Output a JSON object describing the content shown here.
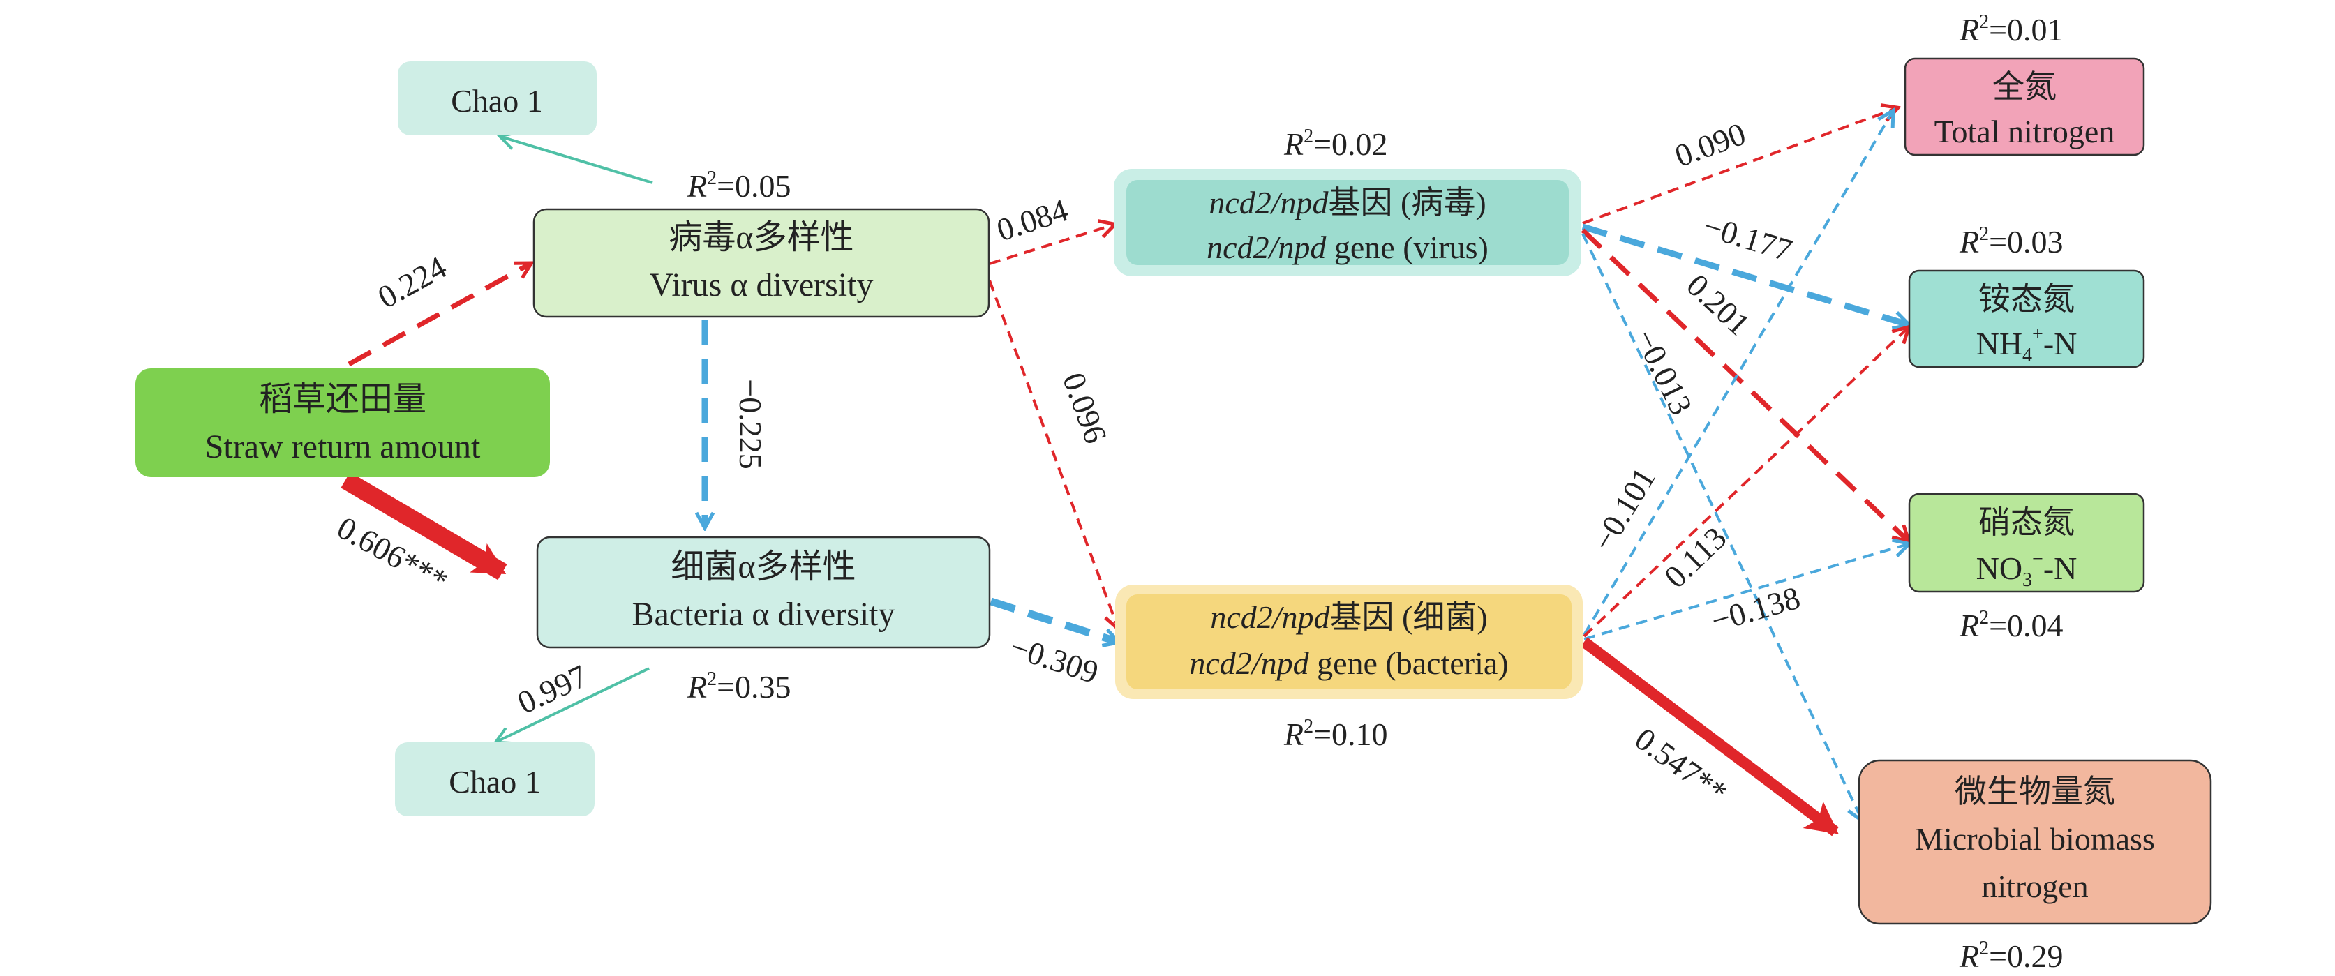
{
  "colors": {
    "red": "#e0262a",
    "blue": "#4aa8dc",
    "teal": "#4fc0a6",
    "green": "#7ac943"
  },
  "nodes": {
    "straw": {
      "line1": "稻草还田量",
      "line2": "Straw return amount",
      "fill": "#7ed04f",
      "stroke": "#7ed04f"
    },
    "virus_alpha": {
      "line1": "病毒α多样性",
      "line2": "Virus α diversity",
      "r2_prefix": "R",
      "r2_sup": "2",
      "r2_value": "=0.05",
      "fill": "#d9f0cb",
      "stroke": "#333333"
    },
    "bact_alpha": {
      "line1": "细菌α多样性",
      "line2": "Bacteria α diversity",
      "r2_prefix": "R",
      "r2_sup": "2",
      "r2_value": "=0.35",
      "fill": "#cfeee6",
      "stroke": "#333333"
    },
    "chao_top": {
      "label": "Chao 1",
      "fill": "#cfeee6"
    },
    "chao_bottom": {
      "label": "Chao 1",
      "fill": "#cfeee6"
    },
    "ncd_virus": {
      "gene_it": "ncd2/npd",
      "line1_cn": "基因 (病毒)",
      "line2_en": " gene (virus)",
      "r2_prefix": "R",
      "r2_sup": "2",
      "r2_value": "=0.02",
      "fill": "#9ddccf",
      "halo": "#c9eee6"
    },
    "ncd_bact": {
      "gene_it": "ncd2/npd",
      "line1_cn": "基因 (细菌)",
      "line2_en": " gene (bacteria)",
      "r2_prefix": "R",
      "r2_sup": "2",
      "r2_value": "=0.10",
      "fill": "#f5d77d",
      "halo": "#fae8b4"
    },
    "tn": {
      "line1": "全氮",
      "line2": "Total nitrogen",
      "r2_prefix": "R",
      "r2_sup": "2",
      "r2_value": "=0.01",
      "fill": "#f2a3b8"
    },
    "nh4": {
      "line1": "铵态氮",
      "line2_pre": "NH",
      "line2_sub": "4",
      "line2_sup": "+",
      "line2_post": "-N",
      "r2_prefix": "R",
      "r2_sup": "2",
      "r2_value": "=0.03",
      "fill": "#9fe0d3"
    },
    "no3": {
      "line1": "硝态氮",
      "line2_pre": "NO",
      "line2_sub": "3",
      "line2_sup": "−",
      "line2_post": "-N",
      "r2_prefix": "R",
      "r2_sup": "2",
      "r2_value": "=0.04",
      "fill": "#b8e79a"
    },
    "mbn": {
      "line1": "微生物量氮",
      "line2": "Microbial biomass",
      "line3": "nitrogen",
      "r2_prefix": "R",
      "r2_sup": "2",
      "r2_value": "=0.29",
      "fill": "#f2b79e"
    }
  },
  "edges": [
    {
      "id": "straw-virus",
      "coef": "0.224",
      "sign": "positive",
      "significant": false
    },
    {
      "id": "straw-bact",
      "coef": "0.606***",
      "sign": "positive",
      "significant": true
    },
    {
      "id": "virus-bact",
      "coef": "−0.225",
      "sign": "negative",
      "significant": false
    },
    {
      "id": "virus-chao",
      "coef": "",
      "sign": "loading",
      "significant": false
    },
    {
      "id": "bact-chao",
      "coef": "0.997",
      "sign": "loading",
      "significant": false
    },
    {
      "id": "virus-ncdv",
      "coef": "0.084",
      "sign": "positive",
      "significant": false
    },
    {
      "id": "virus-ncdb",
      "coef": "0.096",
      "sign": "positive",
      "significant": false
    },
    {
      "id": "bact-ncdb",
      "coef": "−0.309",
      "sign": "negative",
      "significant": false
    },
    {
      "id": "ncdv-tn",
      "coef": "0.090",
      "sign": "positive",
      "significant": false
    },
    {
      "id": "ncdv-nh4",
      "coef": "−0.177",
      "sign": "negative",
      "significant": false
    },
    {
      "id": "ncdv-no3",
      "coef": "0.201",
      "sign": "positive",
      "significant": false
    },
    {
      "id": "ncdv-mbn",
      "coef": "−0.013",
      "sign": "negative",
      "significant": false
    },
    {
      "id": "ncdb-tn",
      "coef": "−0.101",
      "sign": "negative",
      "significant": false
    },
    {
      "id": "ncdb-nh4",
      "coef": "0.113",
      "sign": "positive",
      "significant": false
    },
    {
      "id": "ncdb-no3",
      "coef": "−0.138",
      "sign": "negative",
      "significant": false
    },
    {
      "id": "ncdb-mbn",
      "coef": "0.547**",
      "sign": "positive",
      "significant": true
    }
  ]
}
